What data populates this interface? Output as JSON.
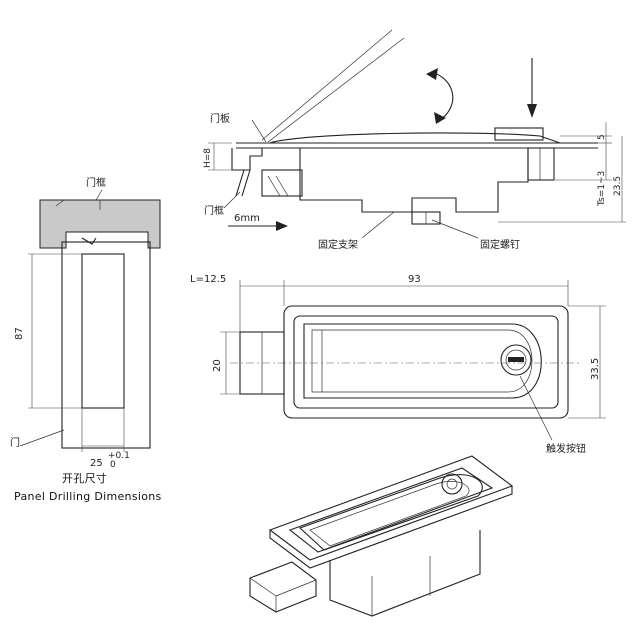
{
  "labels": {
    "door_panel": "门板",
    "door_frame_left": "门框",
    "door_frame_top": "门框",
    "door": "门",
    "fixing_bracket": "固定支架",
    "fixing_screw": "固定螺钉",
    "trigger_button": "触发按钮",
    "drill_cn": "开孔尺寸",
    "drill_en": "Panel Drilling Dimensions"
  },
  "dimensions": {
    "h": "H=8",
    "travel": "6mm",
    "ts": "Ts=1~3",
    "d5": "5",
    "d23_5": "23.5",
    "l": "L=12.5",
    "d93": "93",
    "d20": "20",
    "d33_5": "33.5",
    "d87": "87",
    "d25": "25",
    "tol_plus": "+0.1",
    "tol_minus": "0"
  }
}
